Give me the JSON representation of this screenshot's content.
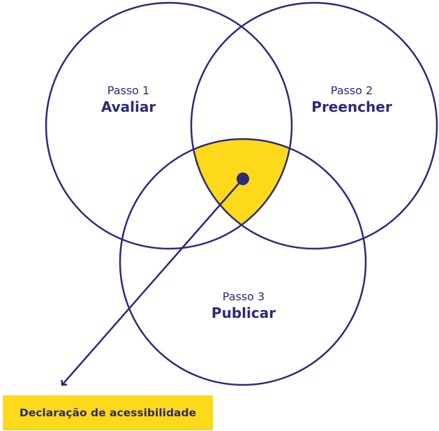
{
  "colors": {
    "stroke": "#2c2a7d",
    "highlight": "#fcd91b",
    "background": "#ffffff"
  },
  "steps": [
    {
      "sub": "Passo 1",
      "main": "Avaliar"
    },
    {
      "sub": "Passo 2",
      "main": "Preencher"
    },
    {
      "sub": "Passo 3",
      "main": "Publicar"
    }
  ],
  "badge": {
    "label": "Declaração de acessibilidade"
  }
}
